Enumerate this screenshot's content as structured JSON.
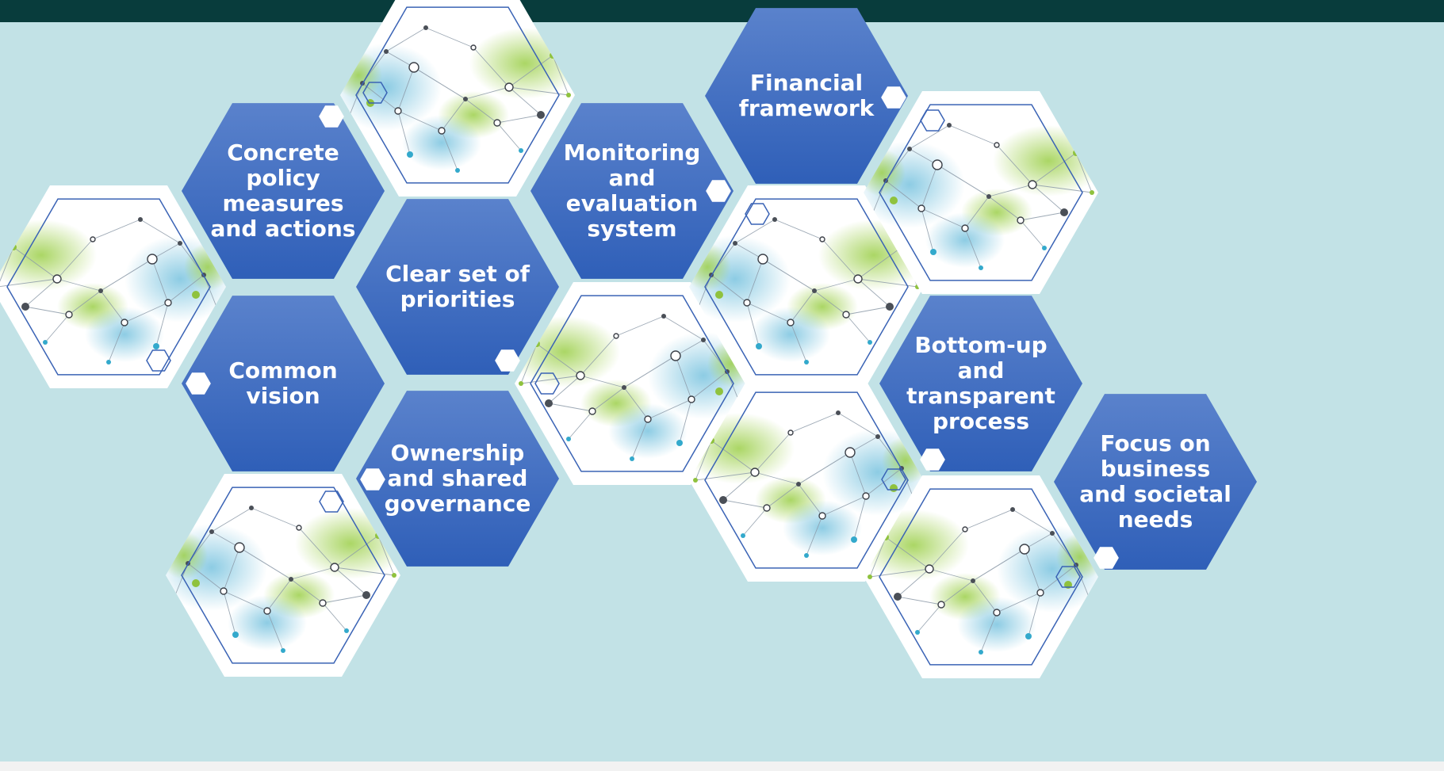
{
  "colors": {
    "background": "#c2e2e6",
    "topbar": "#083c3c",
    "hex_blue_top": "#5a82cc",
    "hex_blue_bottom": "#2f5fb8",
    "label": "#ffffff"
  },
  "hexagons": [
    {
      "id": "concrete-policy",
      "type": "text",
      "label": "Concrete policy measures and actions"
    },
    {
      "id": "clear-priorities",
      "type": "text",
      "label": "Clear set of priorities"
    },
    {
      "id": "common-vision",
      "type": "text",
      "label": "Common vision"
    },
    {
      "id": "ownership",
      "type": "text",
      "label": "Ownership and shared governance"
    },
    {
      "id": "monitoring",
      "type": "text",
      "label": "Monitoring and evaluation system"
    },
    {
      "id": "financial",
      "type": "text",
      "label": "Financial framework"
    },
    {
      "id": "bottom-up",
      "type": "text",
      "label": "Bottom-up and transparent process"
    },
    {
      "id": "focus-business",
      "type": "text",
      "label": "Focus on business and societal needs"
    },
    {
      "id": "network-1",
      "type": "image",
      "icon": "network-graph-image"
    }
  ]
}
